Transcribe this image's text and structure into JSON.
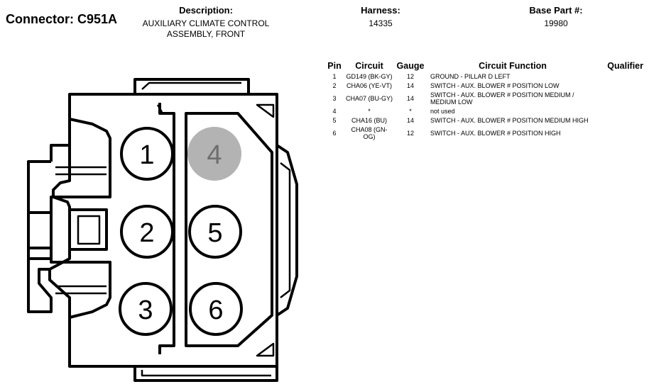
{
  "header": {
    "connector": "Connector: C951A",
    "description_label": "Description:",
    "description_value": "AUXILIARY CLIMATE CONTROL ASSEMBLY, FRONT",
    "harness_label": "Harness:",
    "harness_value": "14335",
    "base_part_label": "Base Part #:",
    "base_part_value": "19980"
  },
  "table": {
    "headers": [
      "Pin",
      "Circuit",
      "Gauge",
      "Circuit Function",
      "Qualifier"
    ],
    "rows": [
      {
        "pin": "1",
        "circuit": "GD149 (BK-GY)",
        "gauge": "12",
        "function": "GROUND - PILLAR D LEFT",
        "qualifier": ""
      },
      {
        "pin": "2",
        "circuit": "CHA06 (YE-VT)",
        "gauge": "14",
        "function": "SWITCH - AUX. BLOWER # POSITION LOW",
        "qualifier": ""
      },
      {
        "pin": "3",
        "circuit": "CHA07 (BU-GY)",
        "gauge": "14",
        "function": "SWITCH - AUX. BLOWER # POSITION MEDIUM / MEDIUM LOW",
        "qualifier": ""
      },
      {
        "pin": "4",
        "circuit": "*",
        "gauge": "*",
        "function": "not used",
        "qualifier": ""
      },
      {
        "pin": "5",
        "circuit": "CHA16 (BU)",
        "gauge": "14",
        "function": "SWITCH - AUX. BLOWER # POSITION MEDIUM HIGH",
        "qualifier": ""
      },
      {
        "pin": "6",
        "circuit": "CHA08 (GN-OG)",
        "gauge": "12",
        "function": "SWITCH - AUX. BLOWER # POSITION HIGH",
        "qualifier": ""
      }
    ]
  },
  "diagram": {
    "pins": [
      {
        "label": "1",
        "used": true
      },
      {
        "label": "2",
        "used": true
      },
      {
        "label": "3",
        "used": true
      },
      {
        "label": "4",
        "used": false
      },
      {
        "label": "5",
        "used": true
      },
      {
        "label": "6",
        "used": true
      }
    ],
    "unused_fill": "#b3b3b3",
    "unused_text": "#6e6e6e"
  }
}
